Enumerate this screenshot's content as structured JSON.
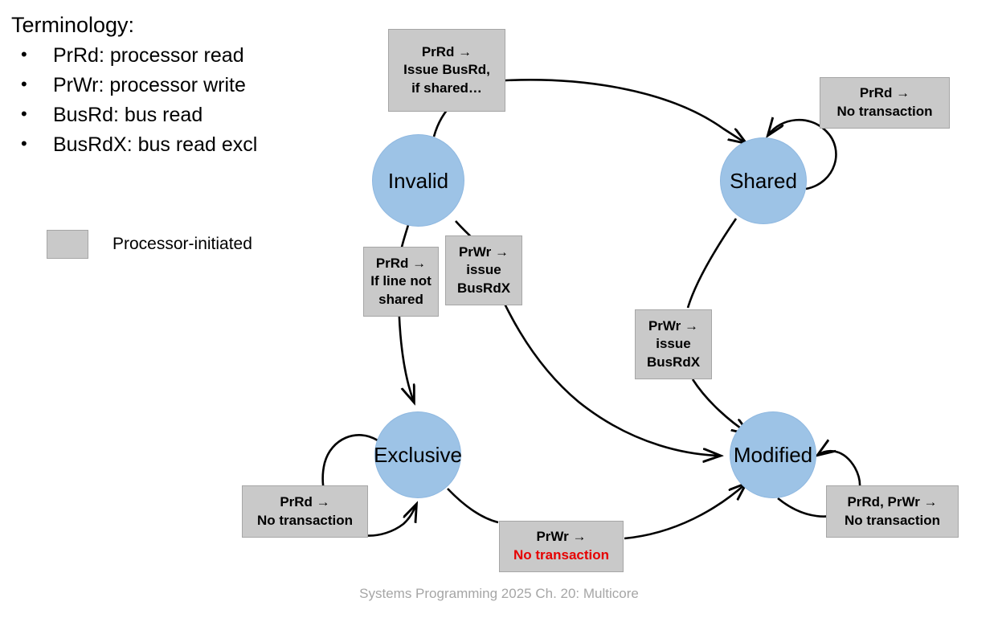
{
  "terminology": {
    "title": "Terminology:",
    "items": [
      "PrRd: processor read",
      "PrWr: processor write",
      "BusRd: bus read",
      "BusRdX: bus read excl"
    ]
  },
  "legend": {
    "swatch_color": "#c9c9c9",
    "label": "Processor-initiated"
  },
  "states": {
    "invalid": "Invalid",
    "shared": "Shared",
    "exclusive": "Exclusive",
    "modified": "Modified",
    "fill_color": "#9dc3e6"
  },
  "transitions": {
    "invalid_to_shared": {
      "lines": [
        "PrRd →",
        "Issue BusRd,",
        "if shared…"
      ]
    },
    "shared_self": {
      "lines": [
        "PrRd →",
        "No transaction"
      ]
    },
    "invalid_to_exclusive": {
      "lines": [
        "PrRd →",
        "If line not",
        "shared"
      ]
    },
    "invalid_to_modified": {
      "lines": [
        "PrWr →",
        "issue",
        "BusRdX"
      ]
    },
    "shared_to_modified": {
      "lines": [
        "PrWr →",
        "issue",
        "BusRdX"
      ]
    },
    "exclusive_self": {
      "lines": [
        "PrRd →",
        "No transaction"
      ]
    },
    "exclusive_to_modified": {
      "lines": [
        "PrWr →",
        "No transaction"
      ],
      "highlight_line_index": 1,
      "highlight_color": "#e60000"
    },
    "modified_self": {
      "lines": [
        "PrRd, PrWr →",
        "No transaction"
      ]
    }
  },
  "footer": {
    "text": "Systems Programming 2025 Ch. 20: Multicore"
  }
}
